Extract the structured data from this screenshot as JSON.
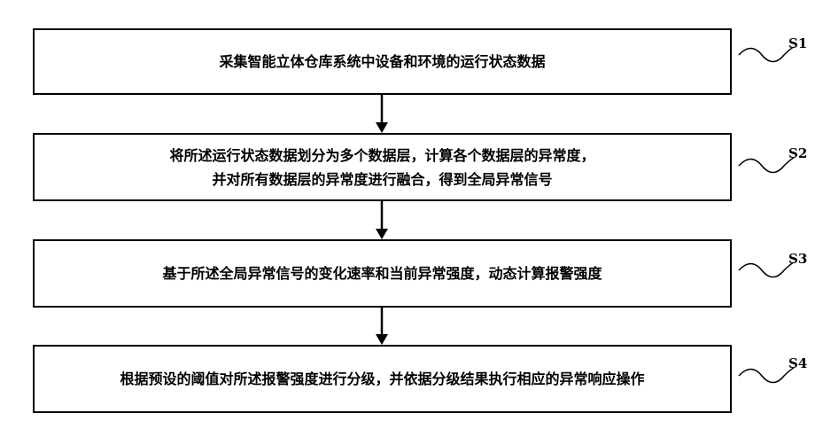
{
  "steps": [
    {
      "id": "S1",
      "lines": [
        "采集智能立体仓库系统中设备和环境的运行状态数据"
      ]
    },
    {
      "id": "S2",
      "lines": [
        "将所述运行状态数据划分为多个数据层，计算各个数据层的异常度，",
        "并对所有数据层的异常度进行融合，得到全局异常信号"
      ]
    },
    {
      "id": "S3",
      "lines": [
        "基于所述全局异常信号的变化速率和当前异常强度，动态计算报警强度"
      ]
    },
    {
      "id": "S4",
      "lines": [
        "根据预设的阈值对所述报警强度进行分级，并依据分级结果执行相应的异常响应操作"
      ]
    }
  ]
}
